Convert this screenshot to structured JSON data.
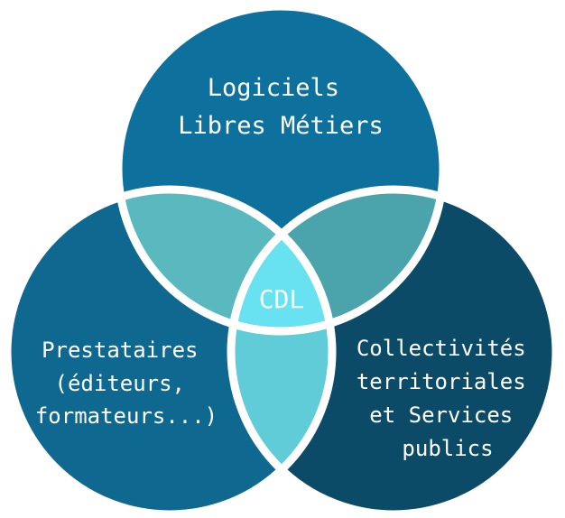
{
  "circles": {
    "top": {
      "lines": [
        "Logiciels",
        "Libres Métiers"
      ],
      "color": "#0e709c"
    },
    "left": {
      "lines": [
        "Prestataires",
        "(éditeurs,",
        "formateurs...)"
      ],
      "color": "#0f6890"
    },
    "right": {
      "lines": [
        "Collectivités",
        "territoriales",
        "et Services",
        "publics"
      ],
      "color": "#0c4b68"
    }
  },
  "overlaps": {
    "top_left": "#5ab8bf",
    "top_right": "#4ba4ac",
    "left_right": "#60ccd8",
    "center": {
      "label": "CDL",
      "color": "#68e2f0"
    }
  }
}
